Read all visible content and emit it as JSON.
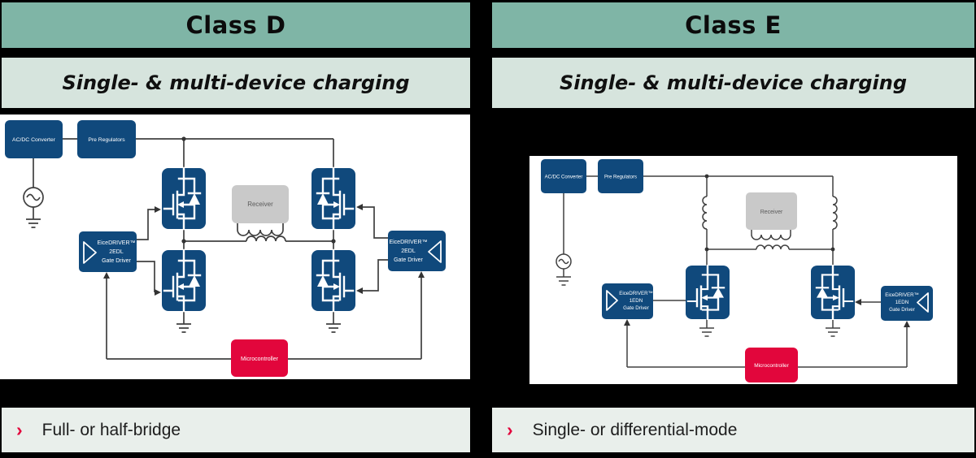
{
  "colors": {
    "header_bg": "#7FB5A6",
    "subtitle_bg": "#D6E4DD",
    "bullet_bg": "#E9EFEB",
    "block_blue": "#10497C",
    "mcu_red": "#E2063C",
    "receiver_gray": "#C9C9C9",
    "accent_red": "#E2063C",
    "wire": "#404040"
  },
  "class_d": {
    "title": "Class D",
    "subtitle": "Single- & multi-device charging",
    "bullet_marker": "›",
    "bullet_text": "Full- or half-bridge",
    "blocks": {
      "acdc": "AC/DC Converter",
      "prereg": "Pre Regulators",
      "receiver": "Receiver",
      "mcu": "Microcontroller",
      "driver_line1": "EiceDRIVER™",
      "driver_line2": "2EDL",
      "driver_line3": "Gate Driver"
    }
  },
  "class_e": {
    "title": "Class E",
    "subtitle": "Single- & multi-device charging",
    "bullet_marker": "›",
    "bullet_text": "Single- or differential-mode",
    "blocks": {
      "acdc": "AC/DC Converter",
      "prereg": "Pre Regulators",
      "receiver": "Receiver",
      "mcu": "Microcontroller",
      "driver_line1": "EiceDRIVER™",
      "driver_line2": "1EDN",
      "driver_line3": "Gate Driver"
    }
  }
}
